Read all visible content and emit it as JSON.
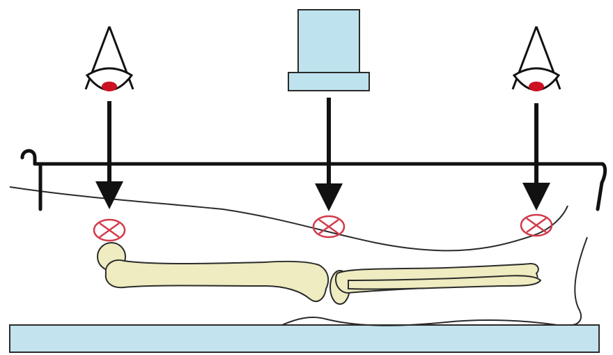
{
  "diagram": {
    "colors": {
      "outline": "#111111",
      "eye_pupil": "#cc1122",
      "target_marker": "#d23a4a",
      "device_fill": "#bfe3ee",
      "device_stroke": "#2a2a2a",
      "table_fill": "#c3e4ee",
      "bone_fill": "#eeecc0",
      "bone_stroke": "#2b2b2b",
      "body_outline": "#2a2a2a",
      "arrow": "#111111"
    },
    "viewers": [
      {
        "kind": "eye",
        "icon": "eye-icon"
      },
      {
        "kind": "device",
        "icon": "monitor-icon"
      },
      {
        "kind": "eye",
        "icon": "eye-icon"
      }
    ],
    "target_markers": [
      {
        "icon": "circled-x-icon"
      },
      {
        "icon": "circled-x-icon"
      },
      {
        "icon": "circled-x-icon"
      }
    ],
    "table": {
      "icon": "table-surface"
    }
  }
}
